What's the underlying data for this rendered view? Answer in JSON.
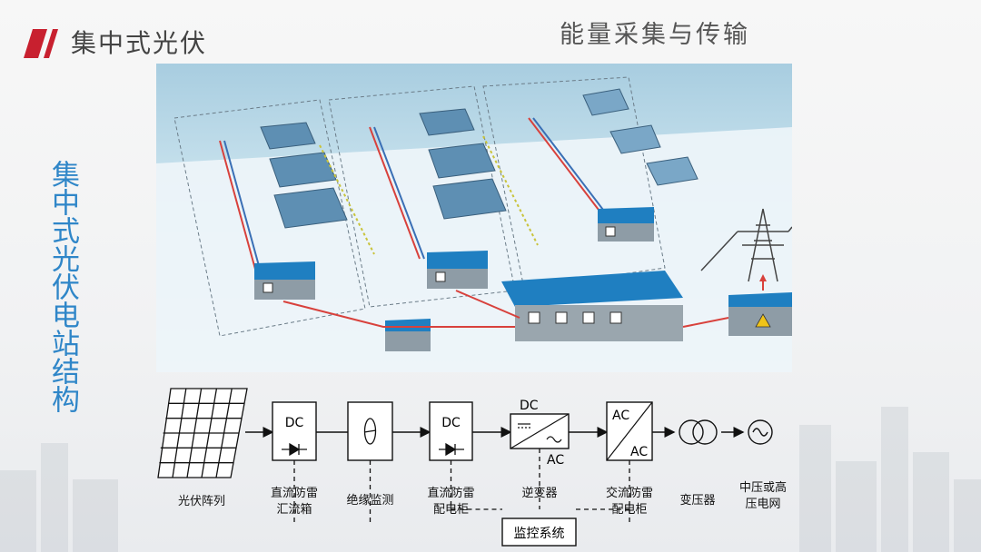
{
  "slide": {
    "title": "集中式光伏",
    "section_title": "能量采集与传输",
    "vertical_label": "集中式光伏电站结构"
  },
  "diagram": {
    "components": {
      "pv_array": "光伏阵列",
      "dc_combiner_line1": "直流防雷",
      "dc_combiner_line2": "汇流箱",
      "insulation_monitor": "绝缘监测",
      "dc_cabinet_line1": "直流防雷",
      "dc_cabinet_line2": "配电柜",
      "inverter": "逆变器",
      "ac_cabinet_line1": "交流防雷",
      "ac_cabinet_line2": "配电柜",
      "transformer": "变压器",
      "grid_line1": "中压或高",
      "grid_line2": "压电网",
      "monitoring": "监控系统"
    },
    "box_labels": {
      "combiner_dc": "DC",
      "cabinet_dc": "DC",
      "inverter_dc": "DC",
      "inverter_ac": "AC",
      "ac_cabinet_top": "AC",
      "ac_cabinet_bottom": "AC"
    }
  },
  "colors": {
    "accent_red": "#c8202f",
    "label_blue": "#2f86c8",
    "roof_blue": "#1f7fc1"
  }
}
